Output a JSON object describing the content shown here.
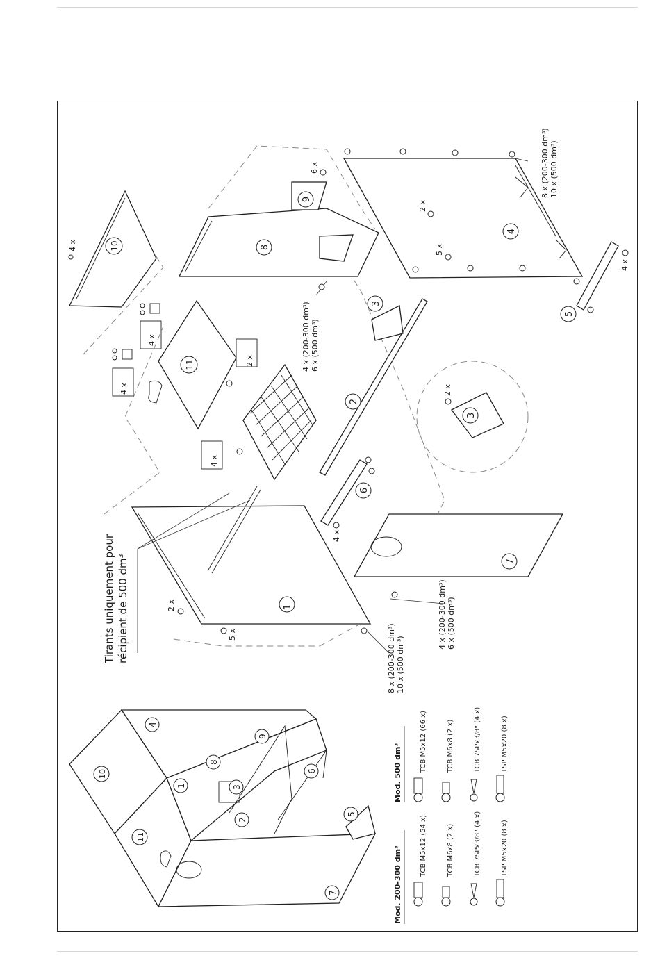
{
  "labels": {
    "tirants_line1": "Tirants uniquement pour",
    "tirants_line2": "récipient de 500 dm³",
    "qty_8x_200": "8 x (200-300 dm³)",
    "qty_10x_500": "10 x (500 dm³)",
    "qty_4x_200": "4 x (200-300 dm³)",
    "qty_6x_500": "6 x (500 dm³)",
    "qty_4x": "4 x",
    "qty_2x": "2 x",
    "qty_5x": "5 x",
    "qty_6x": "6 x"
  },
  "part_numbers": [
    "1",
    "2",
    "3",
    "4",
    "5",
    "6",
    "7",
    "8",
    "9",
    "10",
    "11"
  ],
  "legend": {
    "mod_200_300": {
      "title": "Mod. 200-300 dm³",
      "items": [
        "TCB M5x12 (54 x)",
        "TCB M6x8 (2 x)",
        "TCB 7SPx3/8\" (4 x)",
        "TSP M5x20 (8 x)"
      ]
    },
    "mod_500": {
      "title": "Mod. 500 dm³",
      "items": [
        "TCB M5x12 (66 x)",
        "TCB M6x8 (2 x)",
        "TCB 7SPx3/8\" (4 x)",
        "TSP M5x20 (8 x)"
      ]
    }
  }
}
